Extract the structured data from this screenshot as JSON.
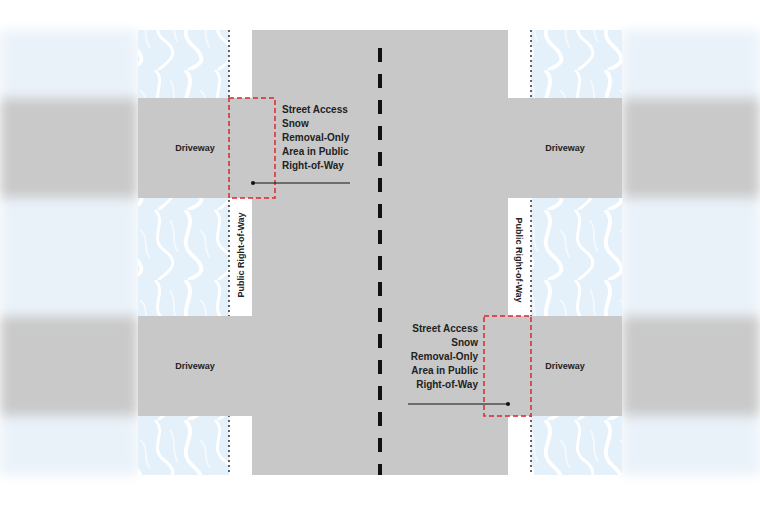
{
  "diagram": {
    "nodes": [
      {
        "text": [
          "Driveway"
        ]
      },
      {
        "text": [
          "Driveway"
        ]
      },
      {
        "text": [
          "Driveway"
        ]
      },
      {
        "text": [
          "Driveway"
        ]
      }
    ],
    "labels": [
      "Street Access Snow Removal-Only Area in Public Right-of-Way",
      "Public Right-of-Way",
      "Public Right-of-Way",
      "Street Access Snow Removal-Only Area in Public Right-of-Way"
    ]
  }
}
